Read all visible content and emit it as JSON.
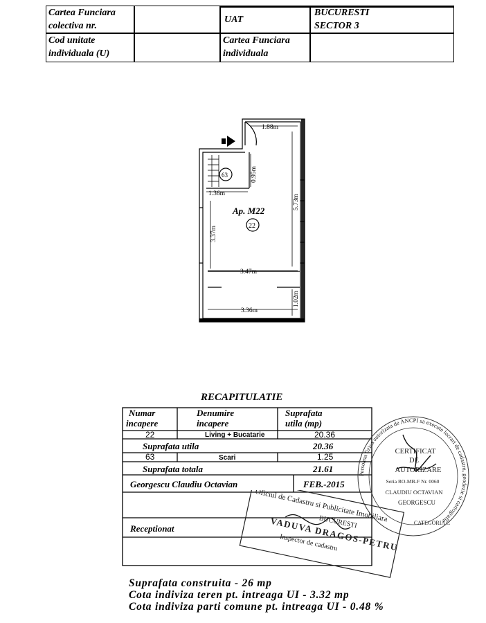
{
  "header": {
    "cf_colectiva_label_1": "Cartea Funciara",
    "cf_colectiva_label_2": "colectiva nr.",
    "cod_unitate_label_1": "Cod unitate",
    "cod_unitate_label_2": "individuala (U)",
    "uat_label": "UAT",
    "uat_value_1": "BUCURESTI",
    "uat_value_2": "SECTOR 3",
    "cf_individuala_label_1": "Cartea Funciara",
    "cf_individuala_label_2": "individuala"
  },
  "plan": {
    "dim_top": "1.88m",
    "dim_stair_vertical": "0.95m",
    "dim_stair_horizontal": "1.36m",
    "dim_right_height": "5.73m",
    "dim_left_height": "3.37m",
    "dim_width_inner": "3.47m",
    "dim_width_bottom": "3.36m",
    "dim_bottom_height": "1.02m",
    "apartment_label": "Ap. M22",
    "room_22": "22",
    "room_63": "63"
  },
  "recap": {
    "title": "RECAPITULATIE",
    "headers": {
      "numar_1": "Numar",
      "numar_2": "incapere",
      "denumire_1": "Denumire",
      "denumire_2": "incapere",
      "suprafata_1": "Suprafata",
      "suprafata_2": "utila  (mp)"
    },
    "rows": [
      {
        "numar": "22",
        "denumire": "Living + Bucatarie",
        "suprafata": "20.36"
      }
    ],
    "suprafata_utila_label": "Suprafata  utila",
    "suprafata_utila_value": "20.36",
    "rows2": [
      {
        "numar": "63",
        "denumire": "Scari",
        "suprafata": "1.25"
      }
    ],
    "suprafata_totala_label": "Suprafata  totala",
    "suprafata_totala_value": "21.61",
    "author": "Georgescu  Claudiu  Octavian",
    "date": "FEB.-2015",
    "receptionat": "Receptionat"
  },
  "stamp_round": {
    "line1": "CERTIFICAT",
    "line2": "DE",
    "line3": "AUTORIZARE",
    "line4": "Seria RO-MB-F Nr. 0060",
    "line5": "CLAUDIU OCTAVIAN",
    "line6": "GEORGESCU",
    "line7": "CATEGORIA C",
    "ring": "Persoana fizica autorizata de ANCPI sa execute lucrari de cadastru, geodezie si cartografie"
  },
  "stamp_rect": {
    "line1": "Oficiul de Cadastru si Publicitate Imobiliara",
    "line2": "BUCURESTI",
    "line3": "VADUVA DRAGOS-PETRU",
    "line4": "Inspector de cadastru"
  },
  "footer": {
    "line1": "Suprafata  construita  -  26  mp",
    "line2": "Cota  indiviza  teren  pt.  intreaga  UI  -  3.32  mp",
    "line3": "Cota  indiviza  parti  comune  pt.  intreaga  UI  -  0.48  %"
  }
}
